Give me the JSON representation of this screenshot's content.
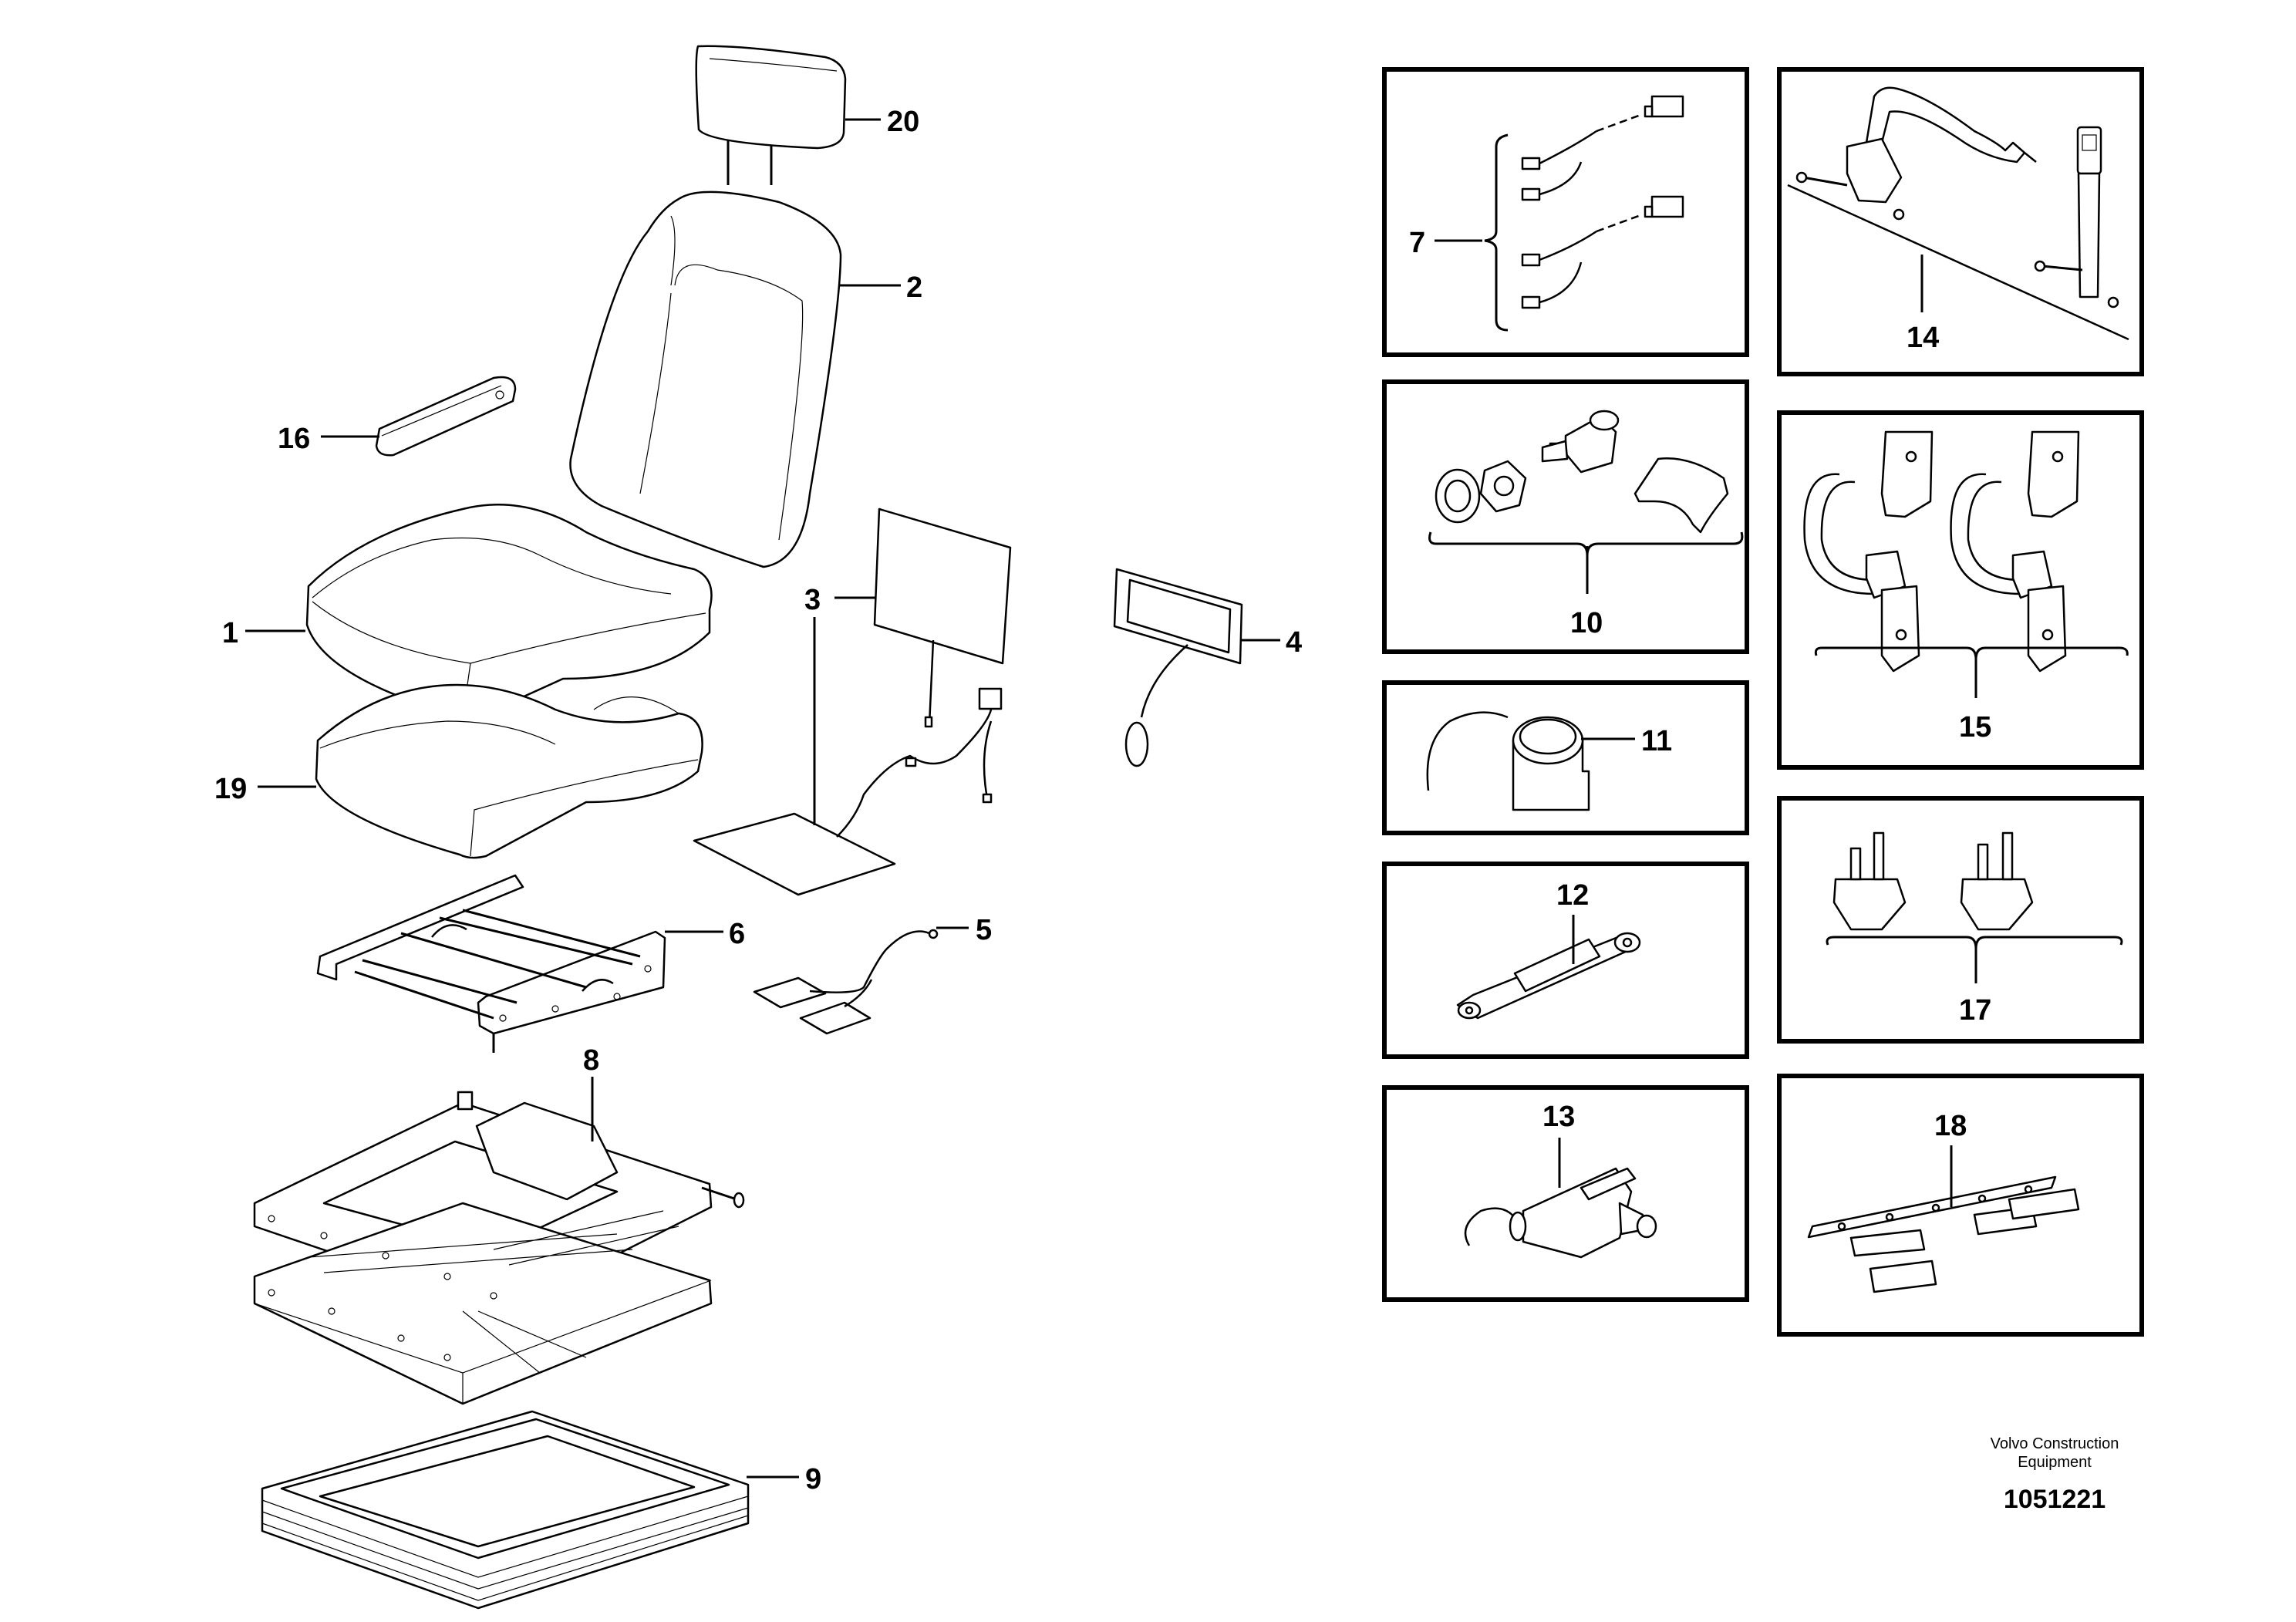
{
  "callouts": {
    "c1": "1",
    "c2": "2",
    "c3": "3",
    "c4": "4",
    "c5": "5",
    "c6": "6",
    "c7": "7",
    "c8": "8",
    "c9": "9",
    "c10": "10",
    "c11": "11",
    "c12": "12",
    "c13": "13",
    "c14": "14",
    "c15": "15",
    "c16": "16",
    "c17": "17",
    "c18": "18",
    "c19": "19",
    "c20": "20"
  },
  "footer": {
    "brand_line1": "Volvo Construction",
    "brand_line2": "Equipment",
    "document_number": "1051221"
  }
}
